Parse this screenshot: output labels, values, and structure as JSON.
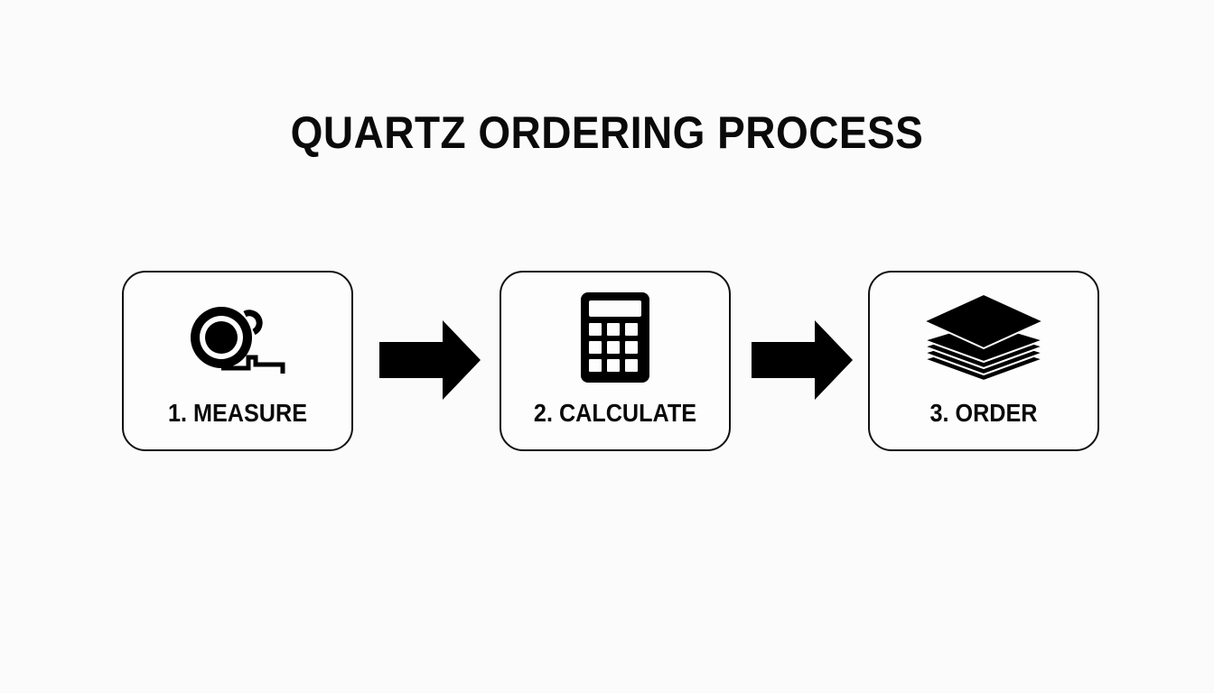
{
  "title": "QUARTZ ORDERING PROCESS",
  "steps": [
    {
      "label": "1. MEASURE",
      "icon": "tape-measure-icon"
    },
    {
      "label": "2. CALCULATE",
      "icon": "calculator-icon"
    },
    {
      "label": "3. ORDER",
      "icon": "stacked-slabs-icon"
    }
  ],
  "colors": {
    "background": "#fbfbfb",
    "foreground": "#000000"
  }
}
